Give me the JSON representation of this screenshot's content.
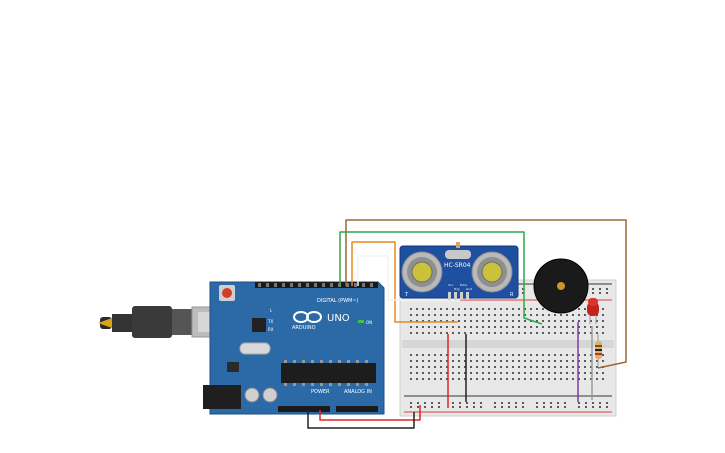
{
  "canvas": {
    "background": "#ffffff"
  },
  "arduino": {
    "board_color": "#2b6aa6",
    "logo_text": "ARDUINO",
    "model": "UNO",
    "digital_label": "DIGITAL (PWM~)",
    "power_label": "POWER",
    "analog_label": "ANALOG IN",
    "tx_label": "TX",
    "rx_label": "RX",
    "l_label": "L",
    "on_label": "ON"
  },
  "sensor": {
    "model": "HC-SR04",
    "pcb_color": "#1f4fa0",
    "transducer_left_label": "T",
    "transducer_right_label": "R",
    "pins": [
      "Vcc",
      "Trig",
      "Echo",
      "Gnd"
    ]
  },
  "buzzer": {
    "color": "#1a1a1a",
    "center_color": "#c8962a"
  },
  "led": {
    "color": "#c4241d"
  },
  "resistor": {
    "color": "#d8b36a"
  },
  "breadboard": {
    "color": "#e8e8e8",
    "rail_positive": "#e23b3b",
    "rail_negative": "#333333"
  },
  "wires": {
    "colors": {
      "red": "#e0262a",
      "black": "#222222",
      "orange": "#e58a1f",
      "green": "#2fa84a",
      "brown": "#9a6a34",
      "white": "#f4f4f4",
      "purple": "#7d3aa0",
      "gray": "#9a9a9a"
    }
  }
}
